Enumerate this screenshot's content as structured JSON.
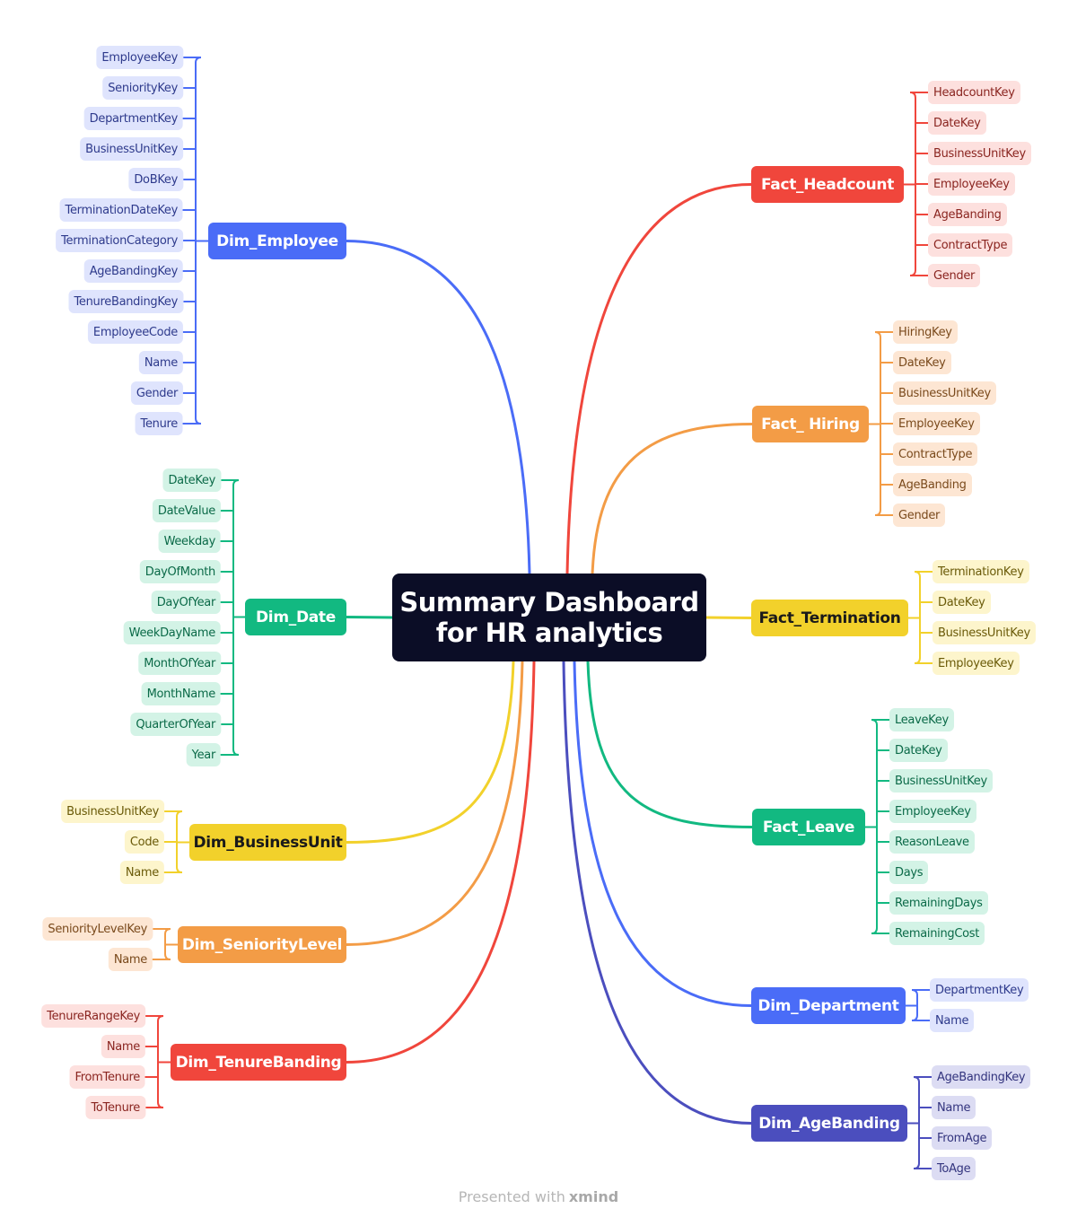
{
  "central": {
    "line1": "Summary Dashboard",
    "line2": "for HR analytics"
  },
  "colors": {
    "blue": "#4a6cf7",
    "red": "#f0463c",
    "orange": "#f39c46",
    "yellow": "#f2d12b",
    "green": "#12b981",
    "indigo": "#4b4ebe",
    "dark": "#0b0d26"
  },
  "branches": [
    {
      "id": "dim-employee",
      "label": "Dim_Employee",
      "color": "blue",
      "children": [
        "EmployeeKey",
        "SeniorityKey",
        "DepartmentKey",
        "BusinessUnitKey",
        "DoBKey",
        "TerminationDateKey",
        "TerminationCategory",
        "AgeBandingKey",
        "TenureBandingKey",
        "EmployeeCode",
        "Name",
        "Gender",
        "Tenure"
      ]
    },
    {
      "id": "dim-date",
      "label": "Dim_Date",
      "color": "green",
      "children": [
        "DateKey",
        "DateValue",
        "Weekday",
        "DayOfMonth",
        "DayOfYear",
        "WeekDayName",
        "MonthOfYear",
        "MonthName",
        "QuarterOfYear",
        "Year"
      ]
    },
    {
      "id": "dim-businessunit",
      "label": "Dim_BusinessUnit",
      "color": "yellow",
      "children": [
        "BusinessUnitKey",
        "Code",
        "Name"
      ]
    },
    {
      "id": "dim-senioritylevel",
      "label": "Dim_SeniorityLevel",
      "color": "orange",
      "children": [
        "SeniorityLevelKey",
        "Name"
      ]
    },
    {
      "id": "dim-tenurebanding",
      "label": "Dim_TenureBanding",
      "color": "red",
      "children": [
        "TenureRangeKey",
        "Name",
        "FromTenure",
        "ToTenure"
      ]
    },
    {
      "id": "fact-headcount",
      "label": "Fact_Headcount",
      "color": "red",
      "children": [
        "HeadcountKey",
        "DateKey",
        "BusinessUnitKey",
        "EmployeeKey",
        "AgeBanding",
        "ContractType",
        "Gender"
      ]
    },
    {
      "id": "fact-hiring",
      "label": "Fact_ Hiring",
      "color": "orange",
      "children": [
        "HiringKey",
        "DateKey",
        "BusinessUnitKey",
        "EmployeeKey",
        "ContractType",
        "AgeBanding",
        "Gender"
      ]
    },
    {
      "id": "fact-termination",
      "label": "Fact_Termination",
      "color": "yellow",
      "children": [
        "TerminationKey",
        "DateKey",
        "BusinessUnitKey",
        "EmployeeKey"
      ]
    },
    {
      "id": "fact-leave",
      "label": "Fact_Leave",
      "color": "green",
      "children": [
        "LeaveKey",
        "DateKey",
        "BusinessUnitKey",
        "EmployeeKey",
        "ReasonLeave",
        "Days",
        "RemainingDays",
        "RemainingCost"
      ]
    },
    {
      "id": "dim-department",
      "label": "Dim_Department",
      "color": "blue",
      "children": [
        "DepartmentKey",
        "Name"
      ]
    },
    {
      "id": "dim-agebanding",
      "label": "Dim_AgeBanding",
      "color": "indigo",
      "children": [
        "AgeBandingKey",
        "Name",
        "FromAge",
        "ToAge"
      ]
    }
  ],
  "footer": {
    "text": "Presented with",
    "brand": "xmind"
  }
}
